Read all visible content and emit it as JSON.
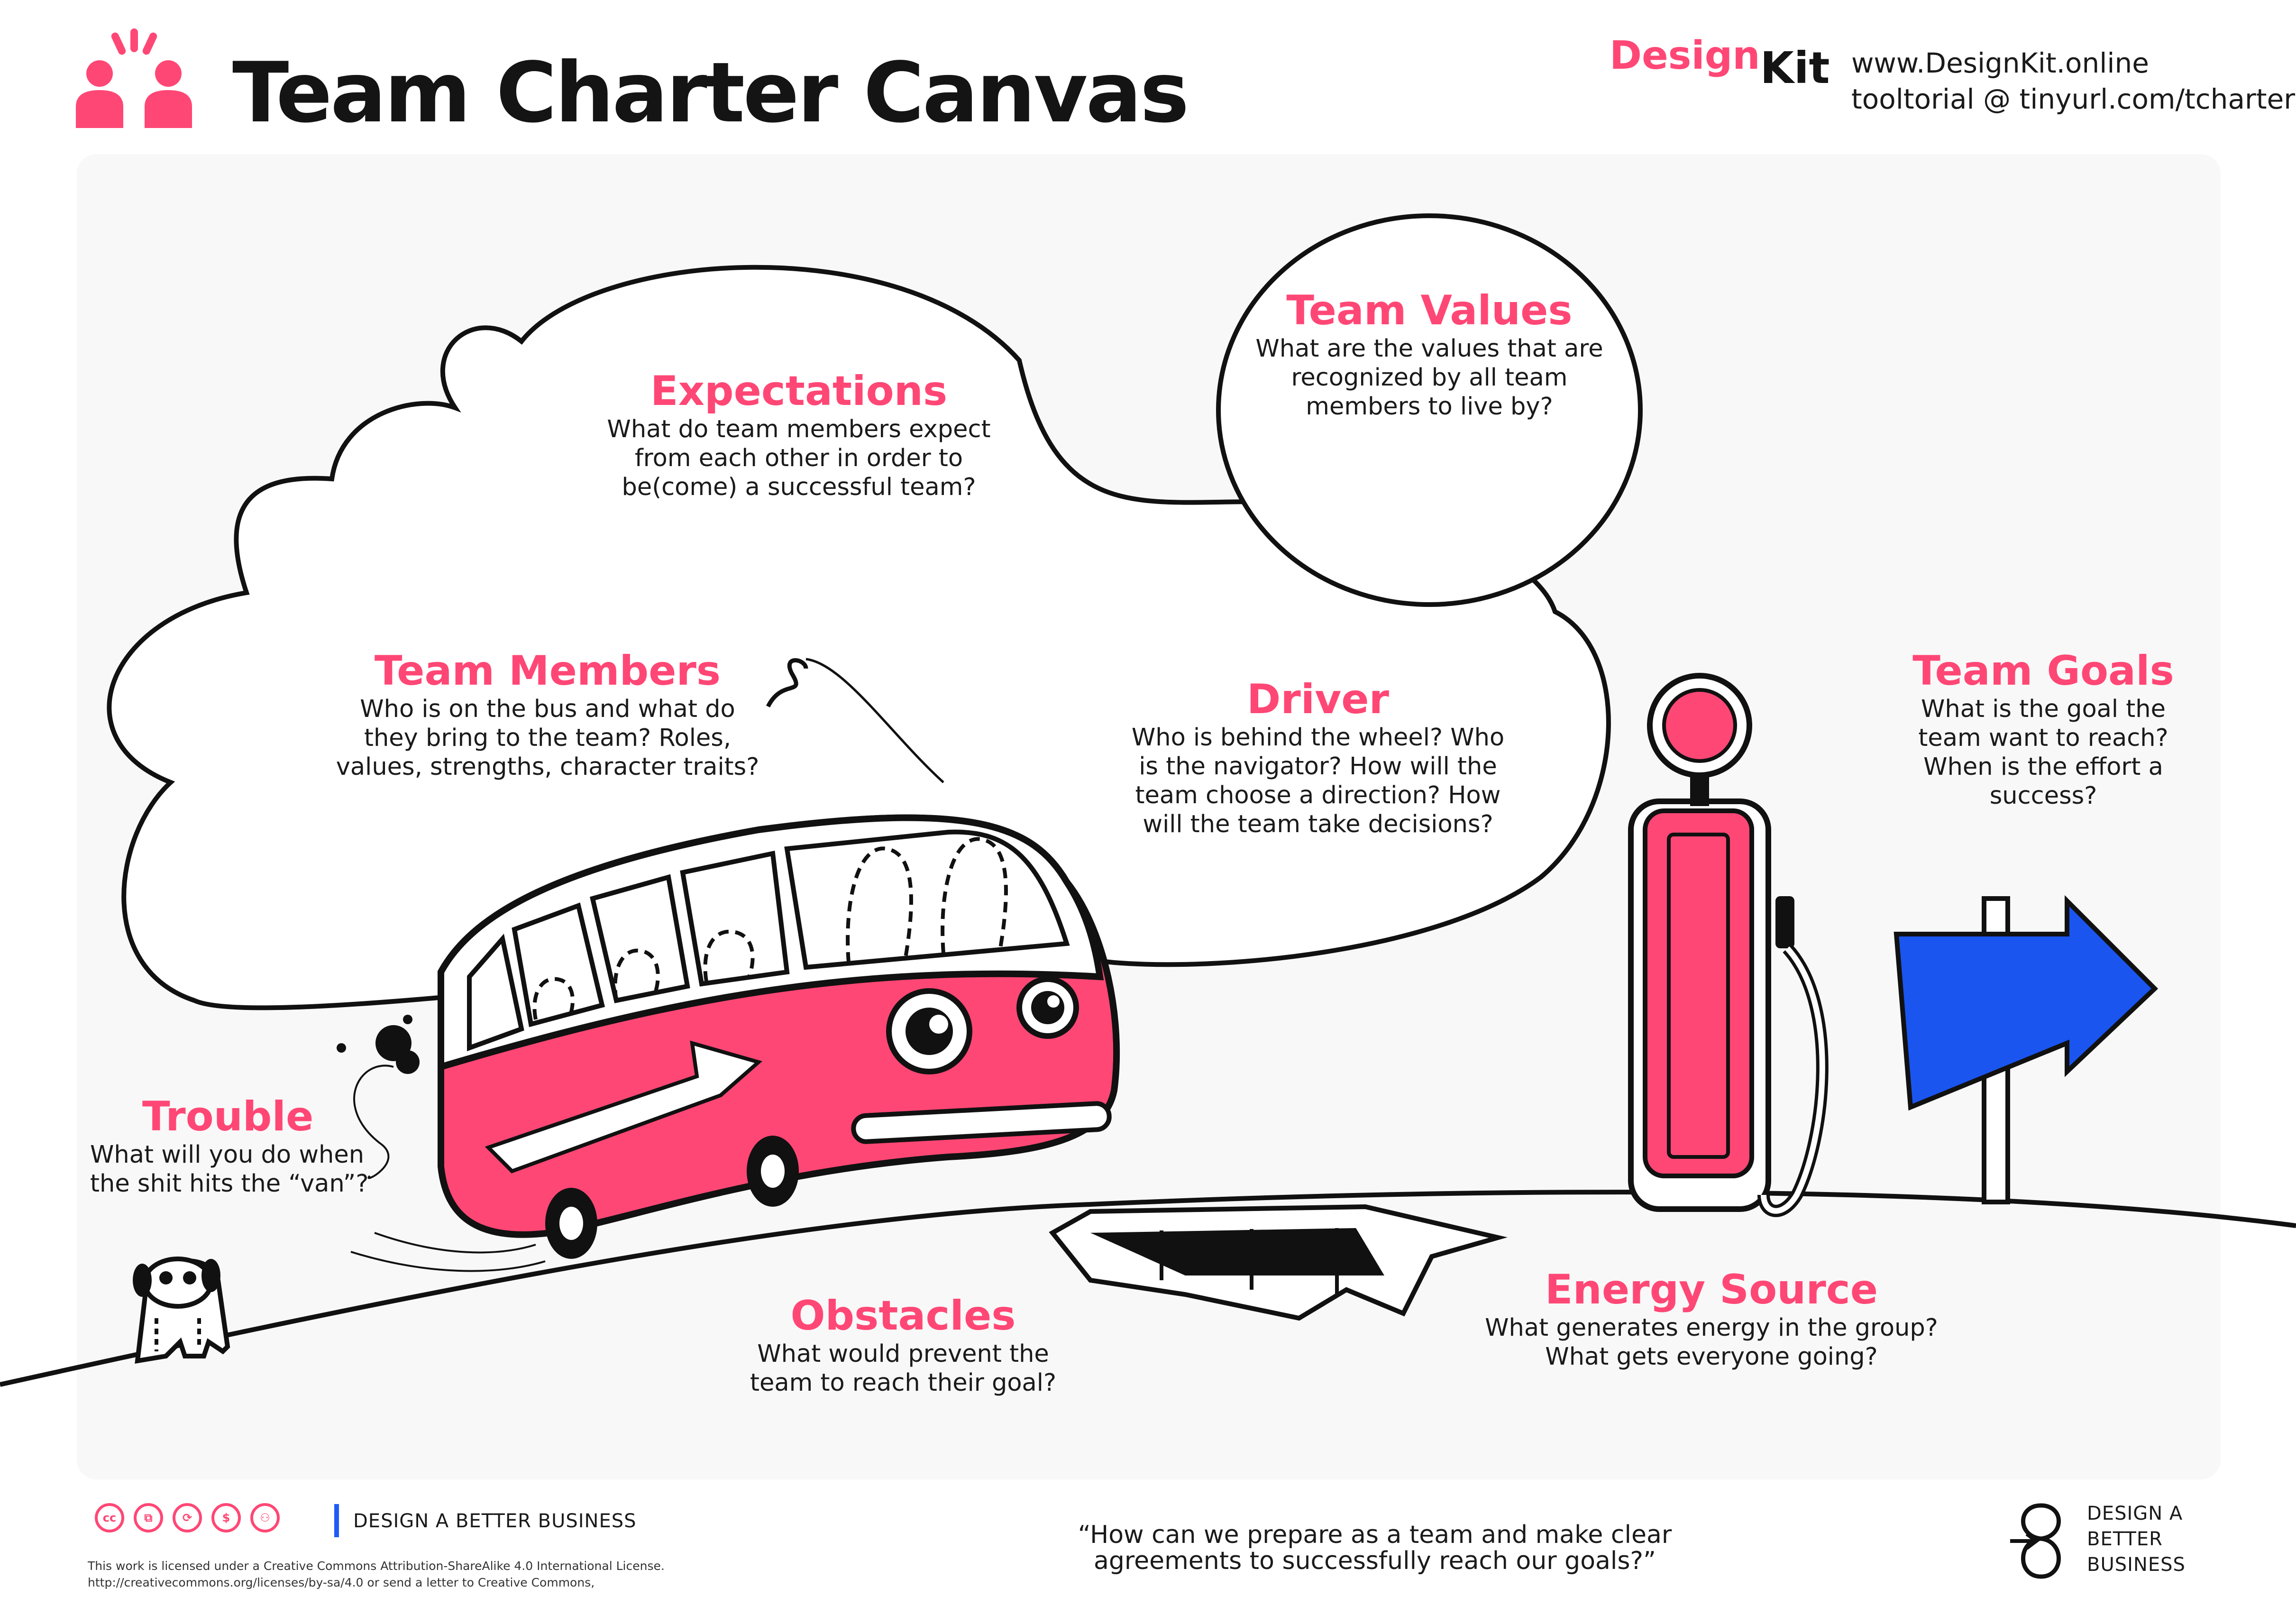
{
  "header": {
    "title": "Team Charter Canvas",
    "brand_part1": "Design",
    "brand_part2": "Kit",
    "link_site": "www.DesignKit.online",
    "link_tooltorial": "tooltorial @ tinyurl.com/tcharterc"
  },
  "sections": {
    "expectations": {
      "heading": "Expectations",
      "lines": [
        "What do team members expect",
        "from each other in order to",
        "be(come) a successful team?"
      ]
    },
    "team_values": {
      "heading": "Team Values",
      "lines": [
        "What are the values that are",
        "recognized by all team",
        "members to live by?"
      ]
    },
    "team_members": {
      "heading": "Team Members",
      "lines": [
        "Who is on the bus and what do",
        "they bring to the team? Roles,",
        "values, strengths, character traits?"
      ]
    },
    "driver": {
      "heading": "Driver",
      "lines": [
        "Who is behind the wheel? Who",
        "is the navigator? How will the",
        "team choose a direction? How",
        "will the team take decisions?"
      ]
    },
    "team_goals": {
      "heading": "Team Goals",
      "lines": [
        "What is the goal the",
        "team want to reach?",
        "When is the effort a",
        "success?"
      ]
    },
    "trouble": {
      "heading": "Trouble",
      "lines": [
        "What will you do when",
        "the shit hits the “van”?"
      ]
    },
    "obstacles": {
      "heading": "Obstacles",
      "lines": [
        "What would prevent the",
        "team to reach their goal?"
      ]
    },
    "energy_source": {
      "heading": "Energy Source",
      "lines": [
        "What generates energy in the group?",
        "What gets everyone going?"
      ]
    }
  },
  "footer": {
    "cc_icons": [
      "cc-icon",
      "copy-icon",
      "share-alike-icon",
      "noncommercial-icon",
      "attribution-icon"
    ],
    "cc_glyphs": [
      "cc",
      "⧉",
      "⟳",
      "$",
      "⚇"
    ],
    "org": "DESIGN A BETTER BUSINESS",
    "license_line1": "This work is licensed under a Creative Commons Attribution-ShareAlike 4.0 International License.",
    "license_line2": "http://creativecommons.org/licenses/by-sa/4.0 or send a letter to Creative Commons,",
    "quote_line1": "“How can we prepare as a team and make clear",
    "quote_line2": "agreements to successfully reach our goals?”",
    "logo_lines": [
      "DESIGN A",
      "BETTER",
      "BUSINESS"
    ]
  },
  "colors": {
    "accent": "#ff4775",
    "arrow_blue": "#1a55f0",
    "bar_blue": "#1d5cf5",
    "panel": "#f8f8f8"
  }
}
